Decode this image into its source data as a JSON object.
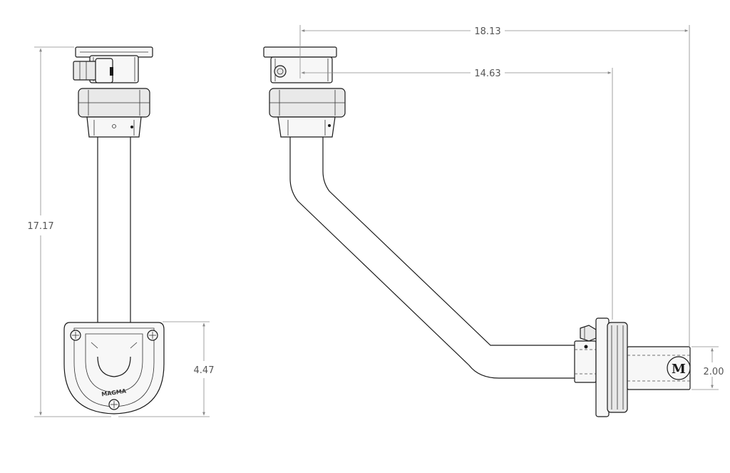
{
  "dimensions": {
    "overall_reach": "18.13",
    "mount_reach": "14.63",
    "overall_height": "17.17",
    "base_height": "4.47",
    "bracket_height": "2.00"
  },
  "front_view": {
    "base_logo": "MAGMA"
  },
  "side_view": {
    "logo_icon": "magma-m-logo-icon"
  },
  "colors": {
    "line": "#1a1a1a",
    "dimension": "#8a8a8a",
    "text": "#555555"
  }
}
